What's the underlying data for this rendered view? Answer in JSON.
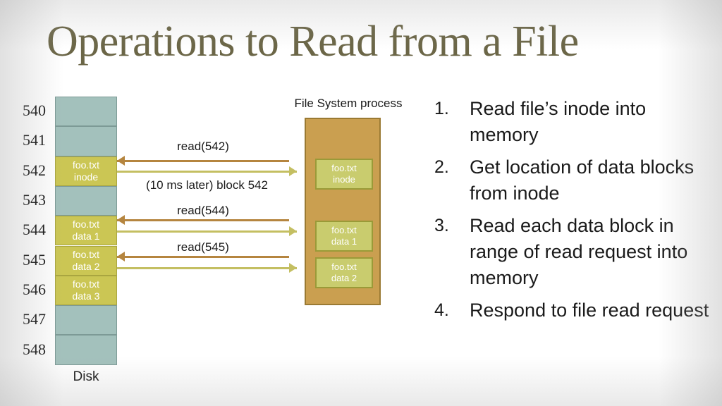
{
  "slide": {
    "title": "Operations to Read from a File"
  },
  "disk": {
    "caption": "Disk",
    "blocks": [
      {
        "number": "540",
        "used": false,
        "line1": "",
        "line2": ""
      },
      {
        "number": "541",
        "used": false,
        "line1": "",
        "line2": ""
      },
      {
        "number": "542",
        "used": true,
        "line1": "foo.txt",
        "line2": "inode"
      },
      {
        "number": "543",
        "used": false,
        "line1": "",
        "line2": ""
      },
      {
        "number": "544",
        "used": true,
        "line1": "foo.txt",
        "line2": "data 1"
      },
      {
        "number": "545",
        "used": true,
        "line1": "foo.txt",
        "line2": "data 2"
      },
      {
        "number": "546",
        "used": true,
        "line1": "foo.txt",
        "line2": "data 3"
      },
      {
        "number": "547",
        "used": false,
        "line1": "",
        "line2": ""
      },
      {
        "number": "548",
        "used": false,
        "line1": "",
        "line2": ""
      }
    ]
  },
  "file_system": {
    "title": "File System process",
    "blocks": [
      {
        "line1": "foo.txt",
        "line2": "inode"
      },
      {
        "line1": "foo.txt",
        "line2": "data 1"
      },
      {
        "line1": "foo.txt",
        "line2": "data 2"
      }
    ]
  },
  "messages": {
    "request_542": "read(542)",
    "reply_542": "(10 ms later) block 542",
    "request_544": "read(544)",
    "request_545": "read(545)"
  },
  "steps": [
    {
      "num": "1.",
      "text": "Read file’s inode into memory"
    },
    {
      "num": "2.",
      "text": "Get location of data blocks from inode"
    },
    {
      "num": "3.",
      "text": "Read each data block in range of read request into memory"
    },
    {
      "num": "4.",
      "text": "Respond to file read request"
    }
  ],
  "colors": {
    "title": "#6b6647",
    "disk_free_block": "#a3c1bc",
    "disk_used_block": "#cbc654",
    "fs_box": "#ca9f50",
    "fs_block": "#c9cc6e",
    "arrow_to_disk": "#b5853f",
    "arrow_to_fs": "#c4bf62"
  }
}
